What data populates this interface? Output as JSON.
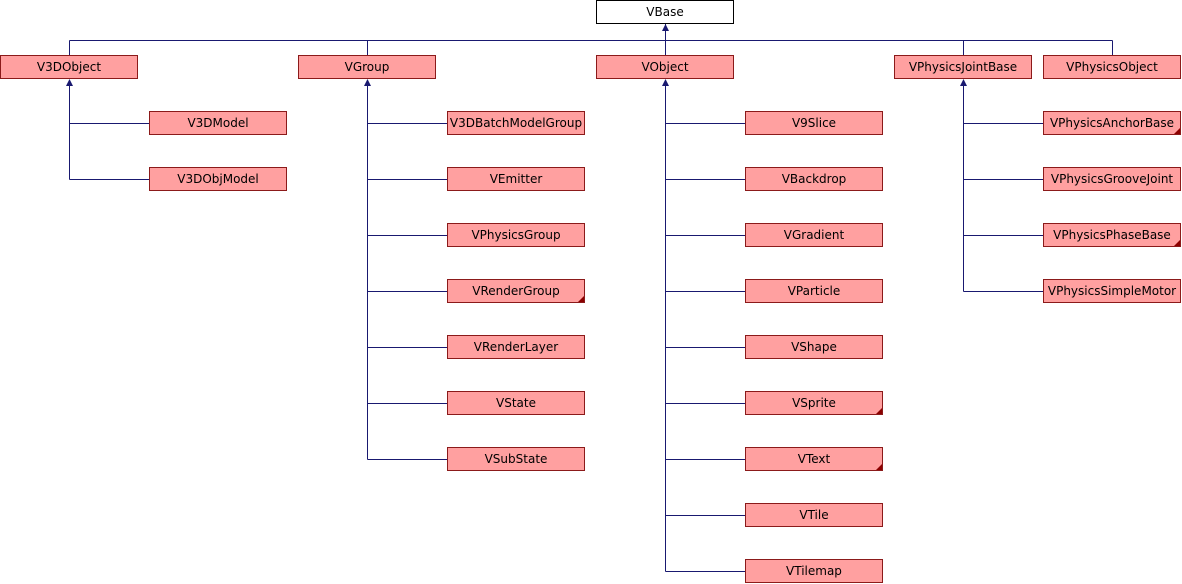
{
  "colors": {
    "node_fill": "#ffa0a0",
    "node_border": "#8b1a1a",
    "root_fill": "#ffffff",
    "edge": "#191970",
    "more_marker": "#8b0000"
  },
  "root": {
    "label": "VBase"
  },
  "groups": [
    {
      "parent": "V3DObject",
      "children": [
        {
          "label": "V3DModel",
          "has_more": false
        },
        {
          "label": "V3DObjModel",
          "has_more": false
        }
      ]
    },
    {
      "parent": "VGroup",
      "children": [
        {
          "label": "V3DBatchModelGroup",
          "has_more": false
        },
        {
          "label": "VEmitter",
          "has_more": false
        },
        {
          "label": "VPhysicsGroup",
          "has_more": false
        },
        {
          "label": "VRenderGroup",
          "has_more": true
        },
        {
          "label": "VRenderLayer",
          "has_more": false
        },
        {
          "label": "VState",
          "has_more": false
        },
        {
          "label": "VSubState",
          "has_more": false
        }
      ]
    },
    {
      "parent": "VObject",
      "children": [
        {
          "label": "V9Slice",
          "has_more": false
        },
        {
          "label": "VBackdrop",
          "has_more": false
        },
        {
          "label": "VGradient",
          "has_more": false
        },
        {
          "label": "VParticle",
          "has_more": false
        },
        {
          "label": "VShape",
          "has_more": false
        },
        {
          "label": "VSprite",
          "has_more": true
        },
        {
          "label": "VText",
          "has_more": true
        },
        {
          "label": "VTile",
          "has_more": false
        },
        {
          "label": "VTilemap",
          "has_more": false
        }
      ]
    },
    {
      "parent": "VPhysicsJointBase",
      "children": [
        {
          "label": "VPhysicsAnchorBase",
          "has_more": true
        },
        {
          "label": "VPhysicsGrooveJoint",
          "has_more": false
        },
        {
          "label": "VPhysicsPhaseBase",
          "has_more": true
        },
        {
          "label": "VPhysicsSimpleMotor",
          "has_more": false
        }
      ]
    },
    {
      "parent": "VPhysicsObject",
      "children": []
    }
  ]
}
